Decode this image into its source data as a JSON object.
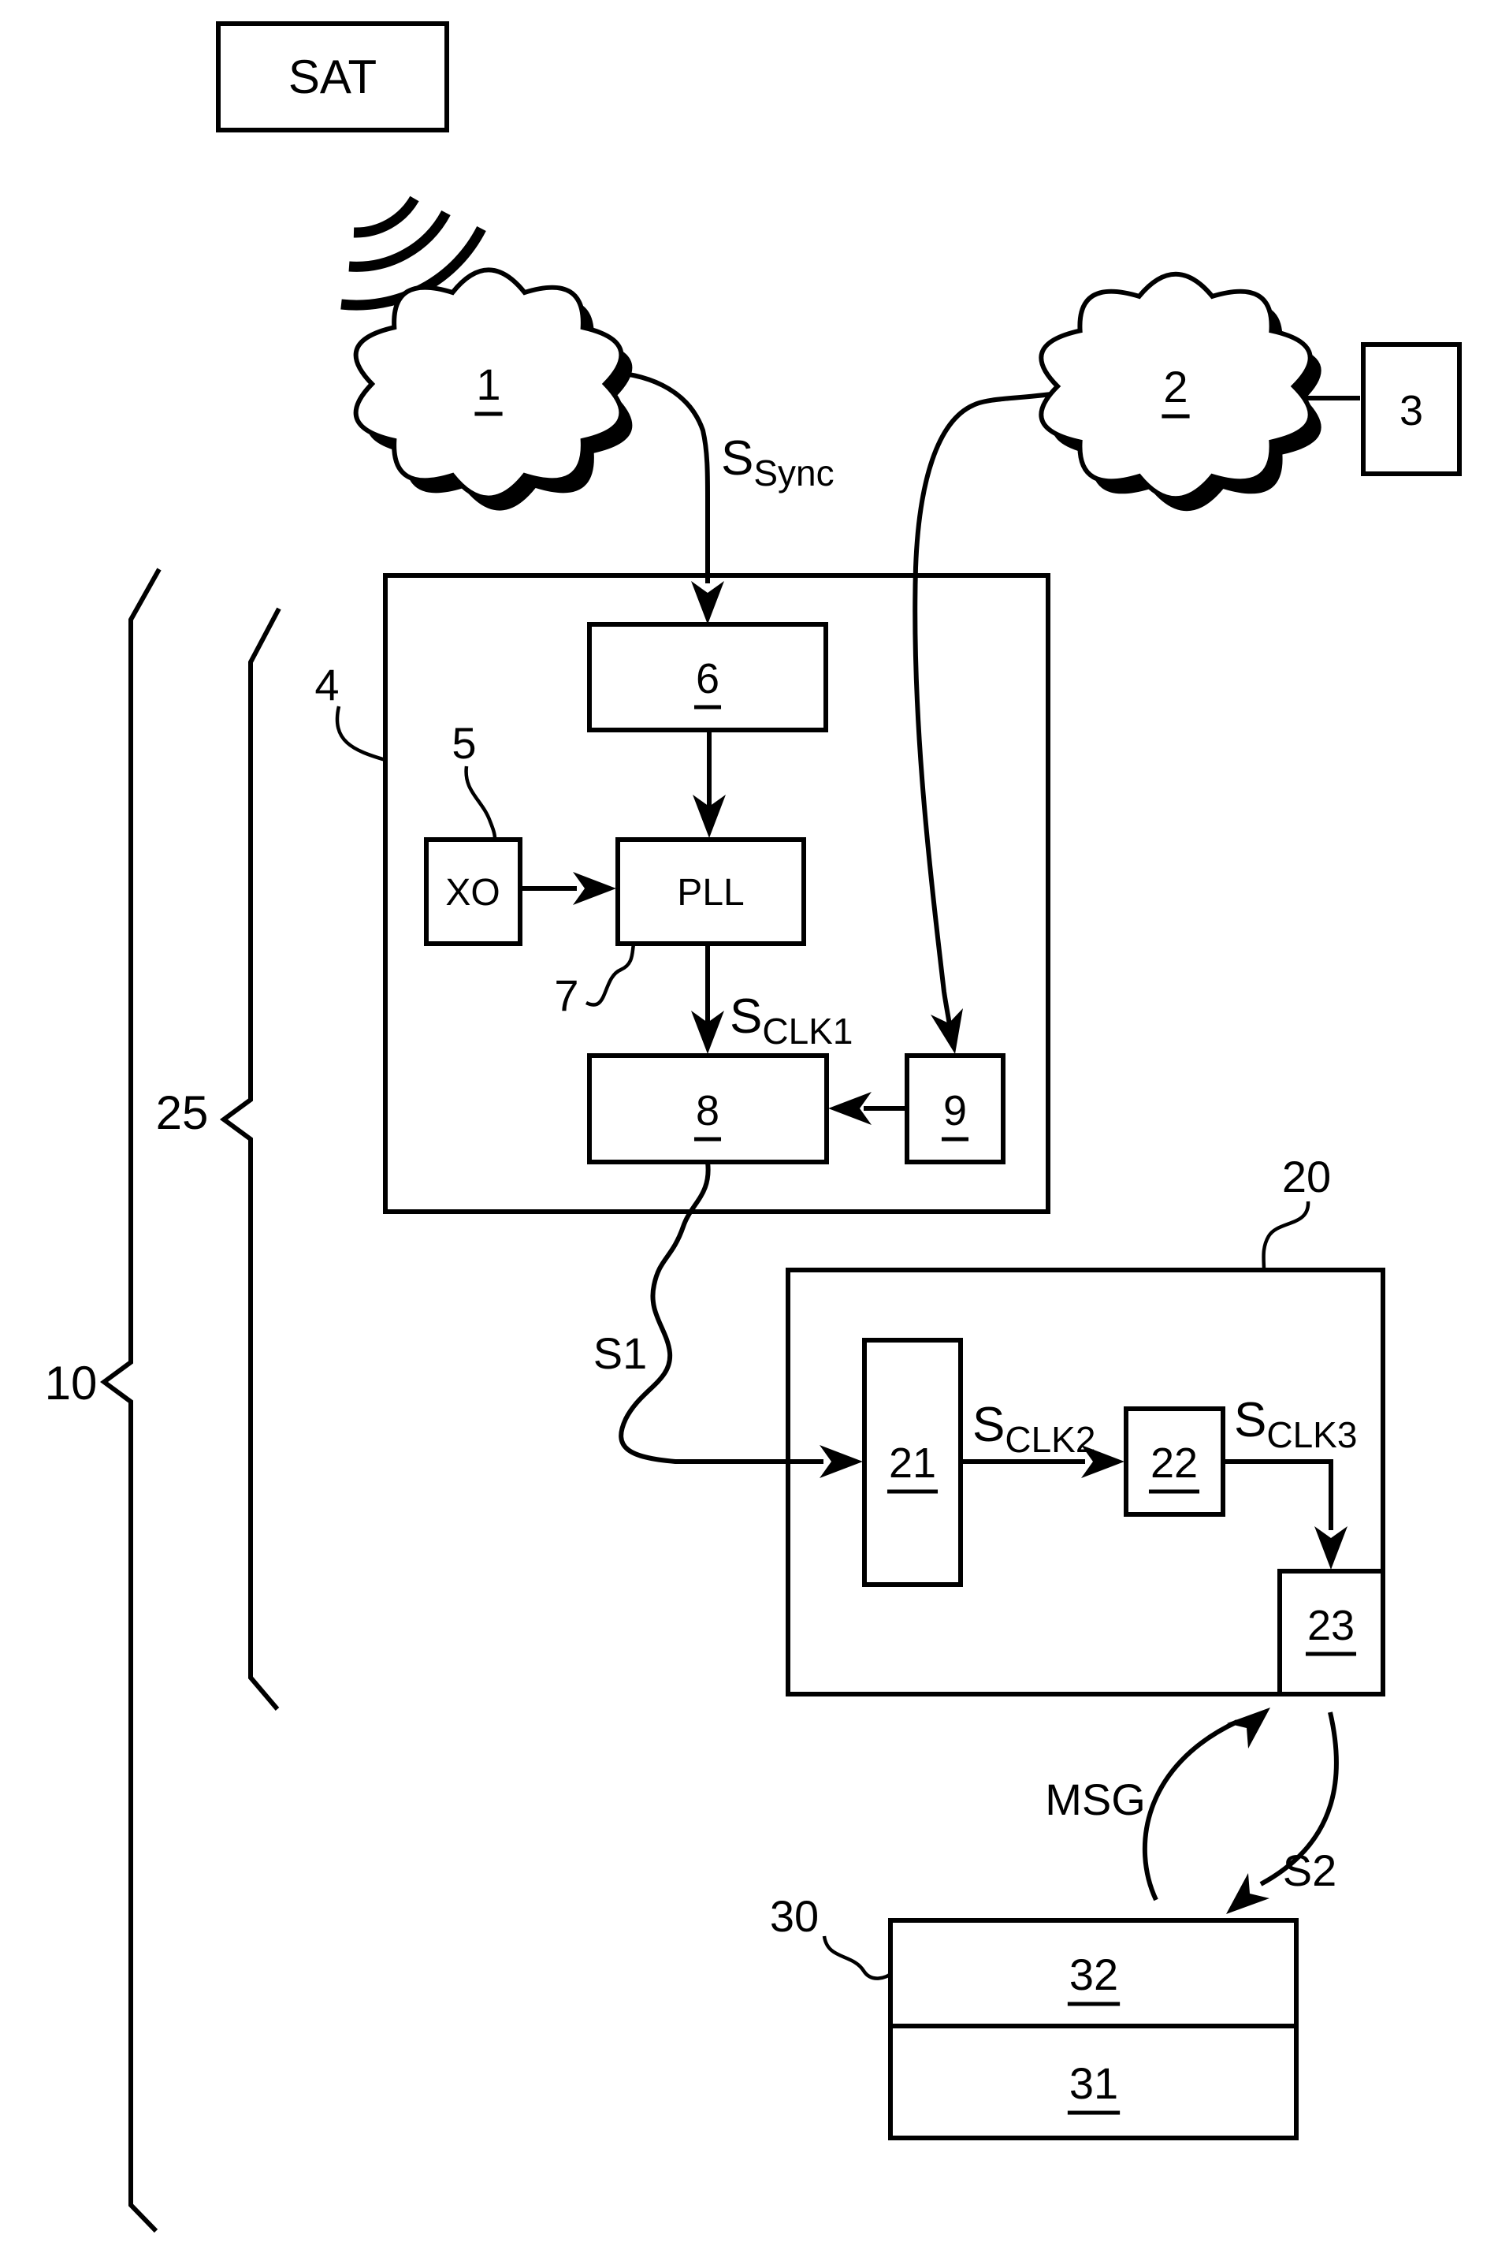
{
  "figure": {
    "background": "#ffffff",
    "line_color": "#000000",
    "boxes": {
      "sat": "SAT",
      "box3": "3",
      "box6": "6",
      "xo": "XO",
      "pll": "PLL",
      "box8": "8",
      "box9": "9",
      "box21": "21",
      "box22": "22",
      "box23": "23",
      "box31": "31",
      "box32": "32"
    },
    "clouds": {
      "cloud1": "1",
      "cloud2": "2"
    },
    "ref_numerals": {
      "ref4": "4",
      "ref5": "5",
      "ref7": "7",
      "ref10": "10",
      "ref20": "20",
      "ref25": "25",
      "ref30": "30"
    },
    "signals": {
      "s_sync": {
        "base": "S",
        "sub": "Sync"
      },
      "s_clk1": {
        "base": "S",
        "sub": "CLK1"
      },
      "s_clk2": {
        "base": "S",
        "sub": "CLK2"
      },
      "s_clk3": {
        "base": "S",
        "sub": "CLK3"
      },
      "s1": "S1",
      "s2": "S2",
      "msg": "MSG"
    }
  }
}
